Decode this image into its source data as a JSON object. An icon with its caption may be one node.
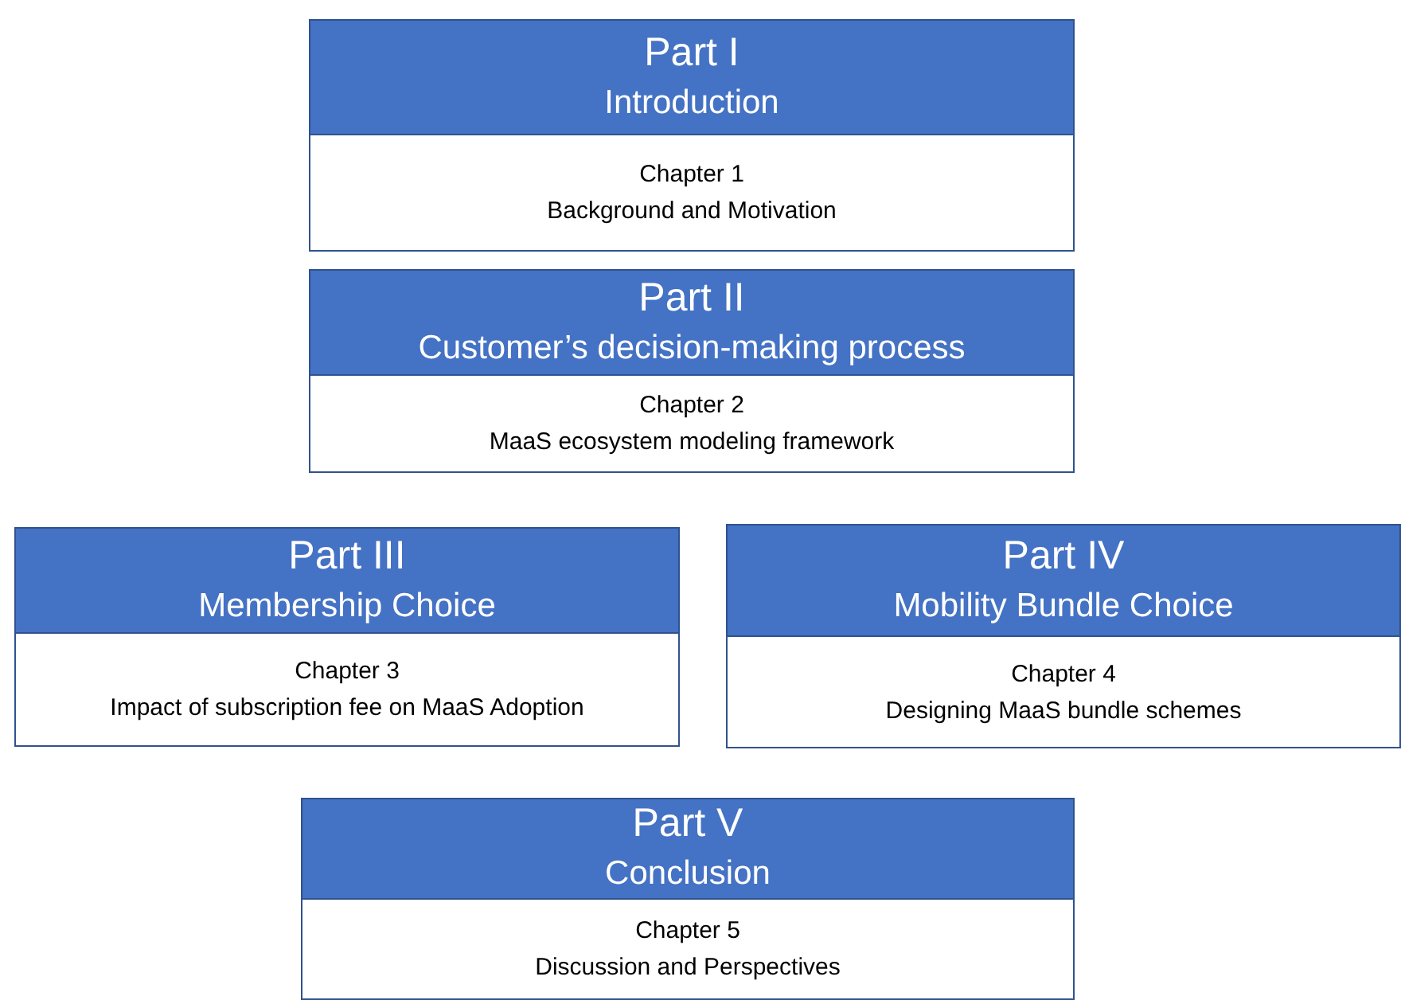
{
  "diagram": {
    "nodes": [
      {
        "text": [
          "Part I",
          "Introduction",
          "Chapter 1",
          "Background and Motivation"
        ]
      },
      {
        "text": [
          "Part II",
          "Customer’s decision-making process",
          "Chapter 2",
          "MaaS ecosystem modeling framework"
        ]
      },
      {
        "text": [
          "Part III",
          "Membership Choice",
          "Chapter 3",
          "Impact of subscription fee on MaaS Adoption"
        ]
      },
      {
        "text": [
          "Part IV",
          "Mobility Bundle Choice",
          "Chapter 4",
          "Designing MaaS bundle schemes"
        ]
      },
      {
        "text": [
          "Part V",
          "Conclusion",
          "Chapter 5",
          "Discussion and Perspectives"
        ]
      }
    ]
  }
}
